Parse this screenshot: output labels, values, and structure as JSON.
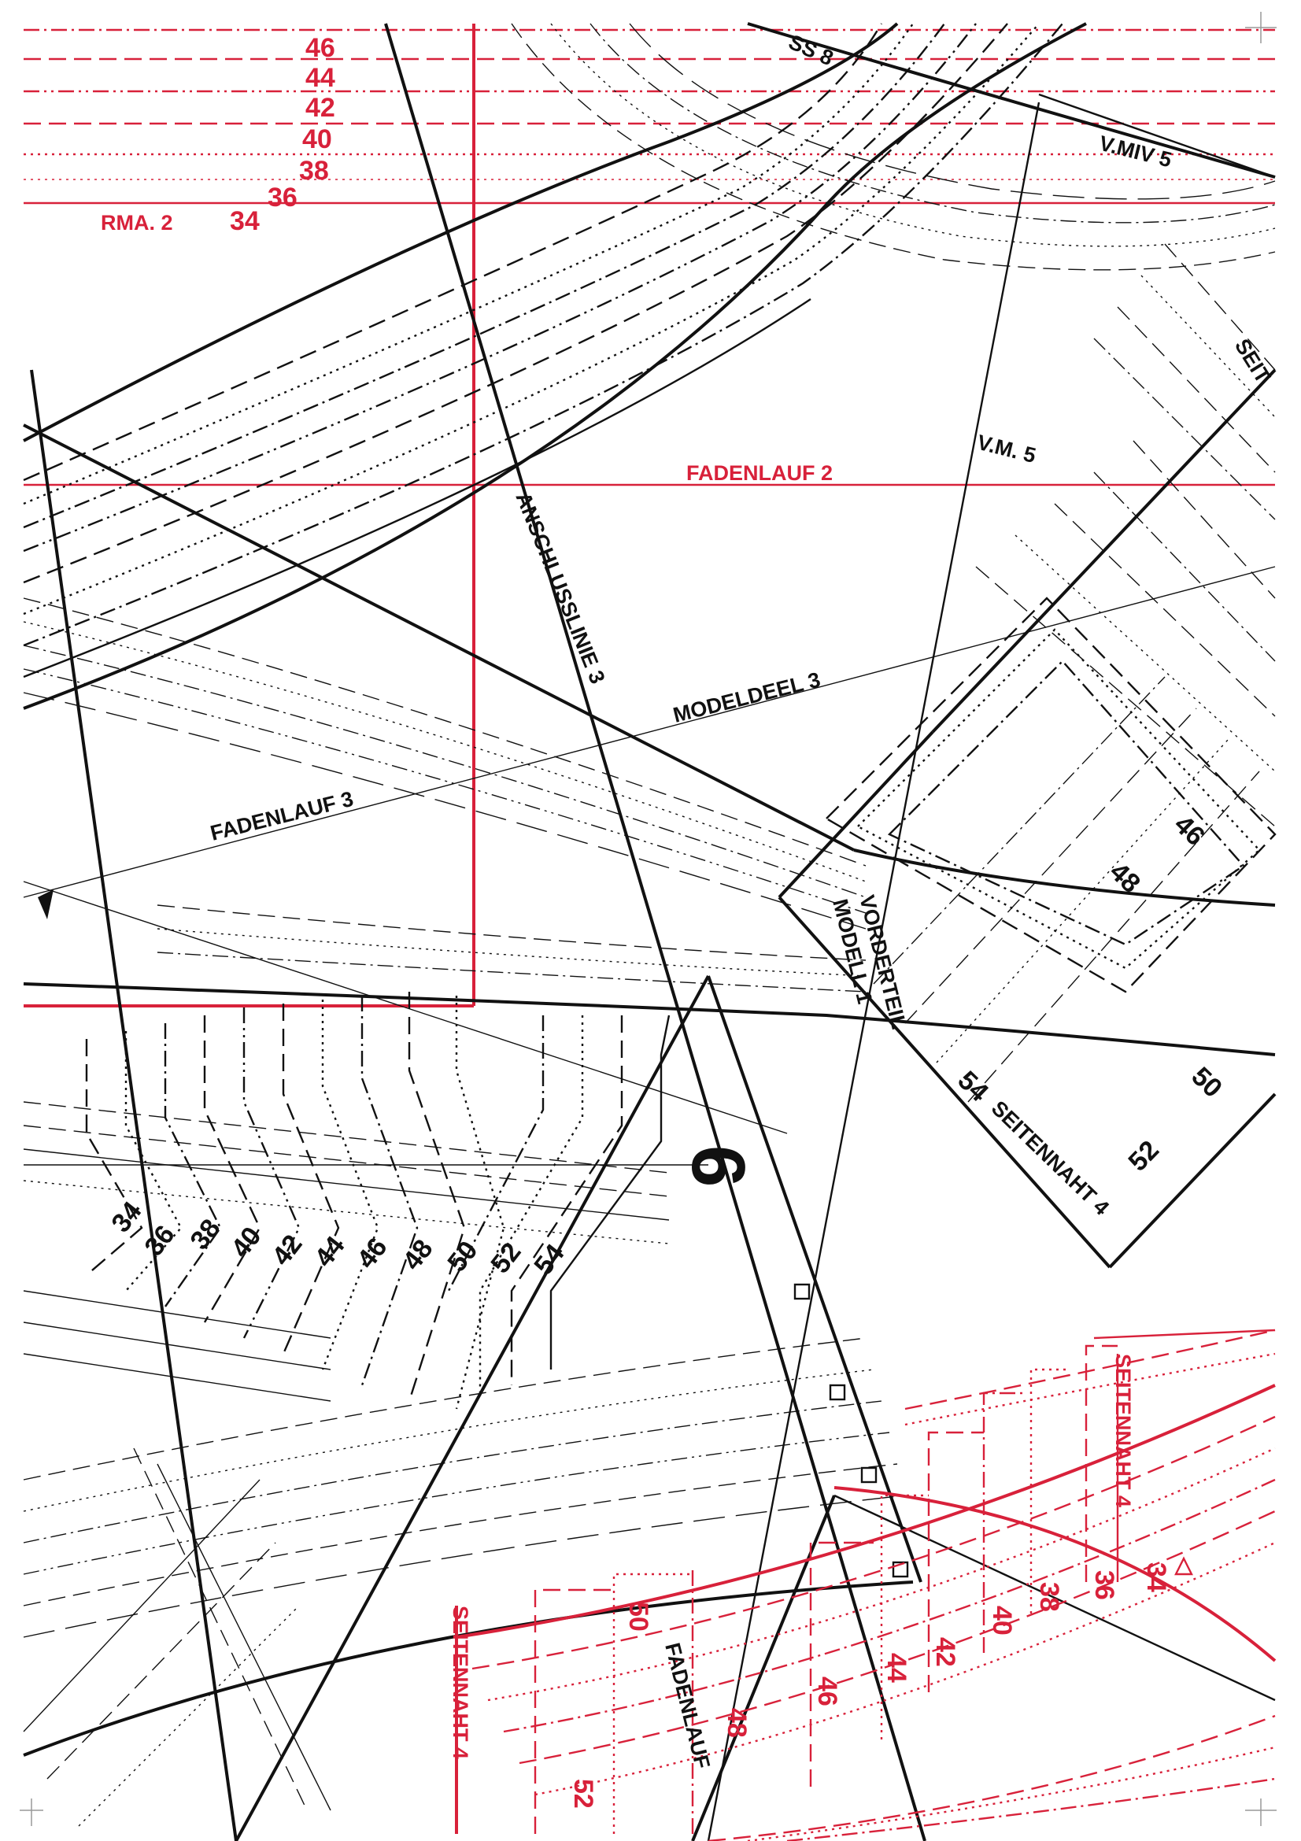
{
  "colors": {
    "ink": "#111111",
    "pattern_red": "#d8213a",
    "paper": "#ffffff"
  },
  "piece_number": "6",
  "red_size_ladder": [
    "46",
    "44",
    "42",
    "40",
    "38",
    "36",
    "34"
  ],
  "red_labels": {
    "rma": "RMA. 2",
    "fadenlauf": "FADENLAUF 2",
    "seitennaht_right": "SEITENNAHT 4",
    "seitennaht_bottom": "SEITENNAHT 4",
    "right_sizes": [
      "34",
      "36",
      "38",
      "40",
      "42",
      "44",
      "46",
      "48",
      "50",
      "52"
    ]
  },
  "black_labels": {
    "anschlusslinie": "ANSCHLUSSLINIE 3",
    "modeldeel": "MODELDEEL 3",
    "fadenlauf": "FADENLAUF 3",
    "vmiv": "V.MIV 5",
    "vm": "V.M. 5",
    "vorderteil": "VORDERTEIL",
    "mod": "MODELL 1",
    "seitennaht": "SEITENNAHT 4",
    "seit_top": "SEIT",
    "top_num": "SS 8",
    "fadenlauf_bottom": "FADENLAUF",
    "diamond_sizes": [
      "46",
      "48",
      "50",
      "52",
      "54"
    ],
    "lower_left_sizes": [
      "34",
      "36",
      "38",
      "40",
      "42",
      "44",
      "46",
      "48",
      "50",
      "52",
      "54"
    ]
  }
}
